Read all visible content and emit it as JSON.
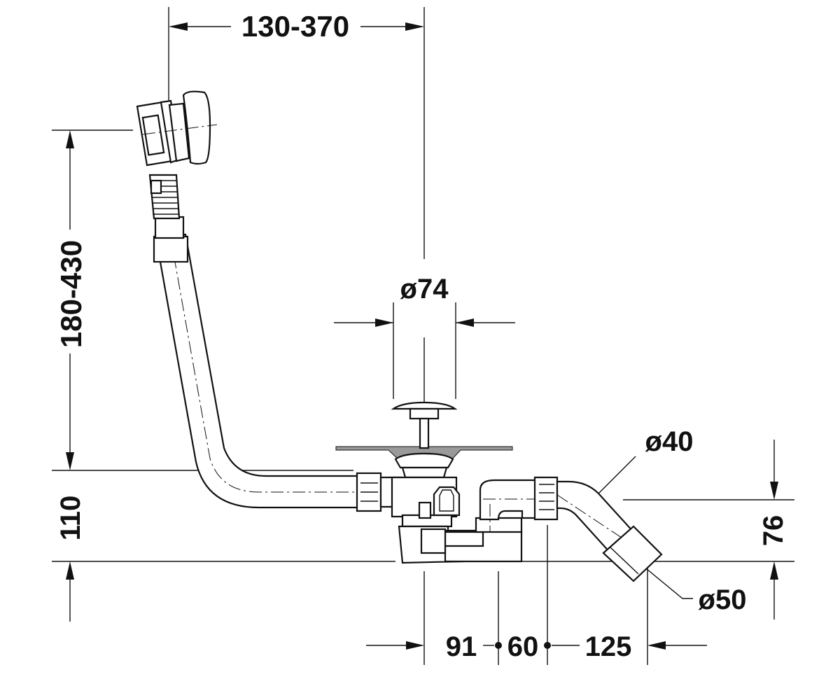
{
  "dimensions": {
    "width_range": "130-370",
    "height_range": "180-430",
    "outlet_diameter": "ø74",
    "pipe_diameter_40": "ø40",
    "pipe_diameter_50": "ø50",
    "height_110": "110",
    "height_76": "76",
    "offset_91": "91",
    "offset_60": "60",
    "offset_125": "125"
  },
  "colors": {
    "line": "#111111",
    "bathtub_floor": "#9a9a9a",
    "background": "#ffffff"
  }
}
